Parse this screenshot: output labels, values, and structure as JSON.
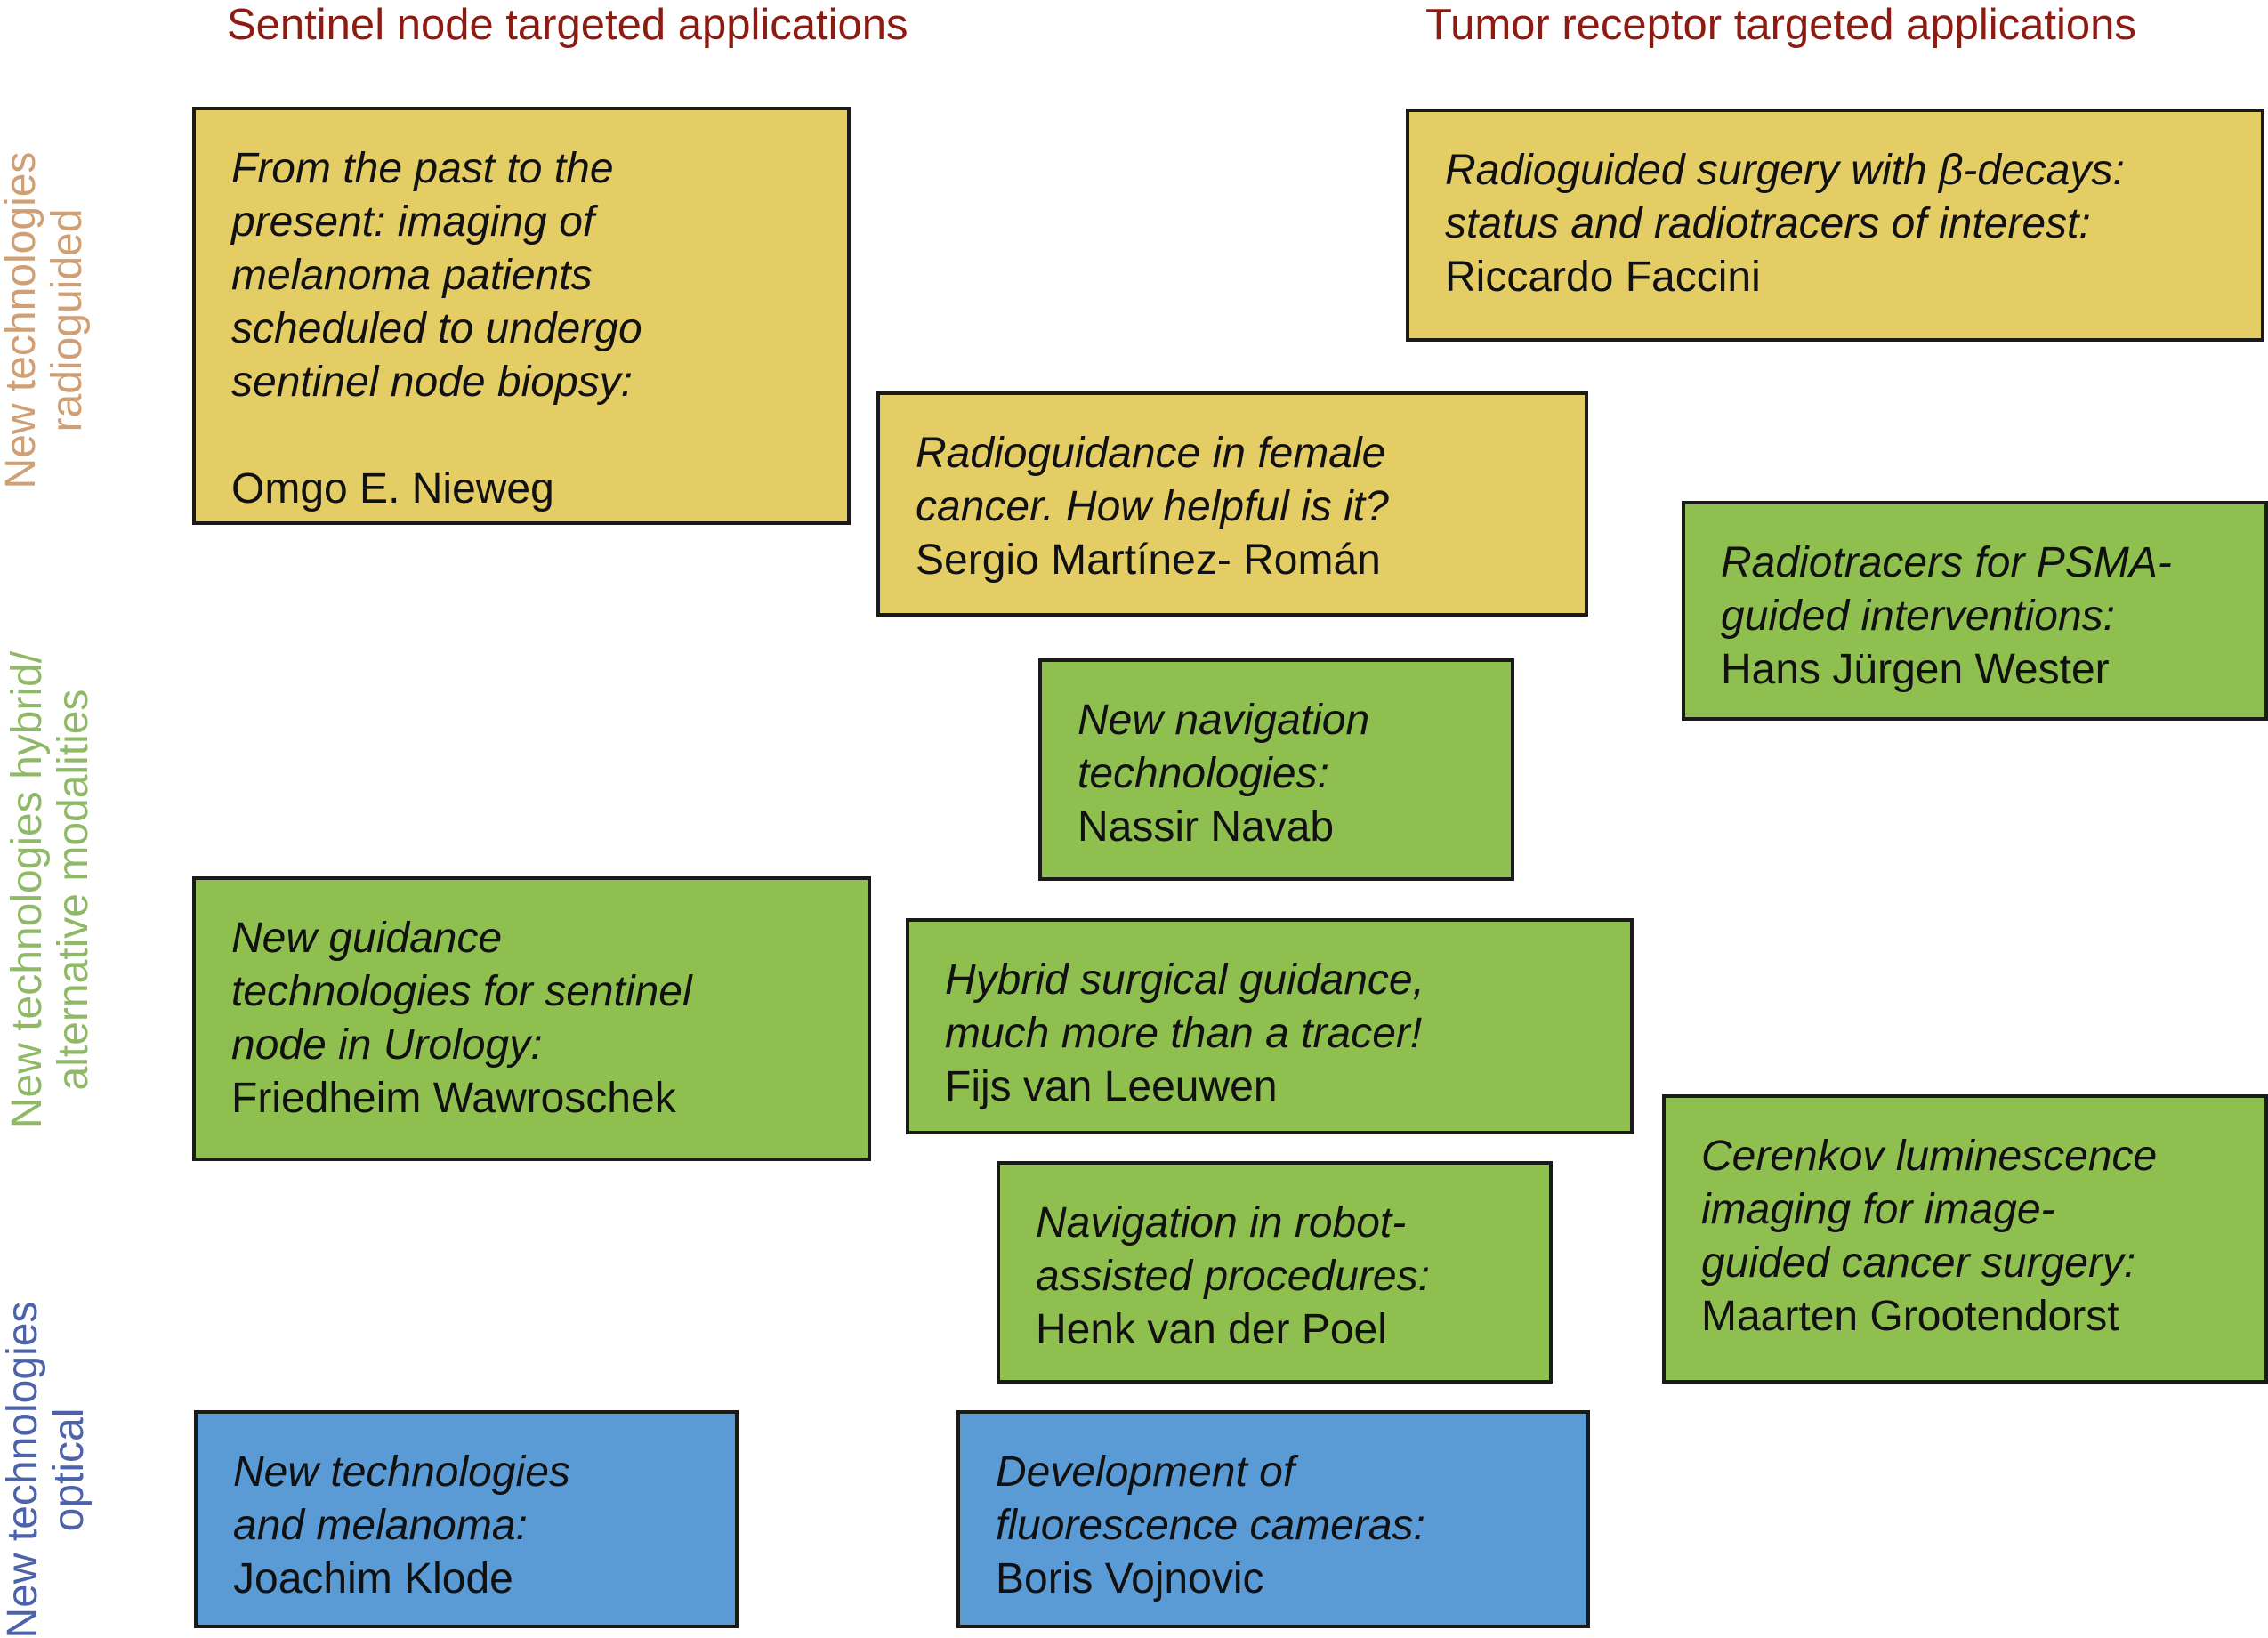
{
  "headers": {
    "left": "Sentinel node targeted applications",
    "right": "Tumor receptor targeted applications"
  },
  "side_labels": {
    "radioguided": {
      "text": "New technologies\nradioguided",
      "color": "#CFA075"
    },
    "hybrid": {
      "text": "New technologies hybrid/\nalternative modalities",
      "color": "#8FB966"
    },
    "optical": {
      "text": "New technologies\noptical",
      "color": "#4D63A9"
    }
  },
  "colors": {
    "yellow_box": "#E5CD65",
    "green_box": "#8FC04F",
    "blue_box": "#5B9BD5",
    "header_text": "#8E1B11",
    "box_border": "#1A1A1A"
  },
  "boxes": [
    {
      "id": "nieweg",
      "color": "yellow",
      "title": "From the past to the\npresent: imaging of\nmelanoma patients\nscheduled to undergo\nsentinel node biopsy:",
      "speaker": "Omgo E. Nieweg"
    },
    {
      "id": "martinez",
      "color": "yellow",
      "title": "Radioguidance in female\ncancer. How helpful is it?",
      "speaker": "Sergio Martínez- Román"
    },
    {
      "id": "faccini",
      "color": "yellow",
      "title": "Radioguided surgery with β-decays:\nstatus and radiotracers of interest:",
      "speaker": "Riccardo Faccini"
    },
    {
      "id": "wester",
      "color": "green",
      "title": "Radiotracers for PSMA-\nguided interventions:",
      "speaker": "Hans Jürgen Wester"
    },
    {
      "id": "navab",
      "color": "green",
      "title": "New navigation\ntechnologies:",
      "speaker": "Nassir Navab"
    },
    {
      "id": "wawroschek",
      "color": "green",
      "title": "New guidance\ntechnologies for sentinel\nnode in Urology:",
      "speaker": "Friedheim Wawroschek"
    },
    {
      "id": "vanleeuwen",
      "color": "green",
      "title": "Hybrid surgical guidance,\nmuch more than a tracer!",
      "speaker": "Fijs van Leeuwen"
    },
    {
      "id": "vanderpoel",
      "color": "green",
      "title": "Navigation in robot-\nassisted procedures:",
      "speaker": "Henk van der Poel"
    },
    {
      "id": "grootendorst",
      "color": "green",
      "title": "Cerenkov luminescence\nimaging for image-\nguided cancer surgery:",
      "speaker": "Maarten Grootendorst"
    },
    {
      "id": "klode",
      "color": "blue",
      "title": "New technologies\nand melanoma:",
      "speaker": "Joachim Klode"
    },
    {
      "id": "vojnovic",
      "color": "blue",
      "title": "Development of\nfluorescence cameras:",
      "speaker": "Boris Vojnovic"
    }
  ]
}
